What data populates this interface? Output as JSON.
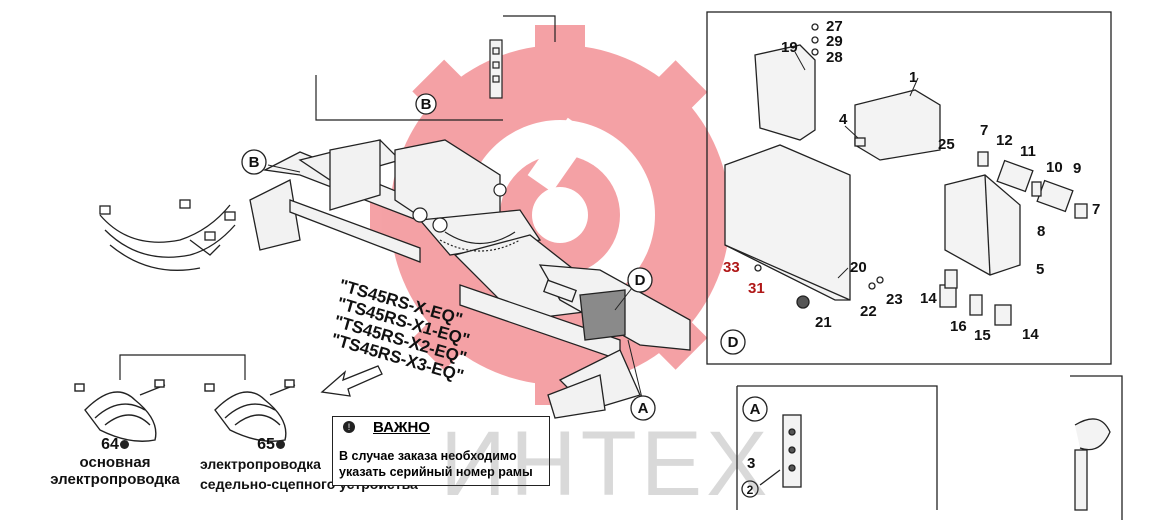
{
  "colors": {
    "logo_red": "#e8313a",
    "line": "#222222",
    "callout_red": "#b01818"
  },
  "icons": [
    "gear-wrench-watermark-icon",
    "warning-circle-icon",
    "arrow-icon"
  ],
  "sections": {
    "b": "B",
    "d": "D",
    "a": "A"
  },
  "part_numbers": {
    "p27": "27",
    "p29": "29",
    "p28": "28",
    "p19": "19",
    "p1": "1",
    "p4": "4",
    "p25": "25",
    "p7a": "7",
    "p12": "12",
    "p11": "11",
    "p10": "10",
    "p9": "9",
    "p7b": "7",
    "p8": "8",
    "p5": "5",
    "p20": "20",
    "p33": "33",
    "p31": "31",
    "p21": "21",
    "p22": "22",
    "p23": "23",
    "p14a": "14",
    "p16": "16",
    "p15": "15",
    "p14b": "14",
    "p3": "3",
    "p2": "2",
    "p64": "64",
    "p65": "65"
  },
  "models": {
    "m1": "\"TS45RS-X-EQ\"",
    "m2": "\"TS45RS-X1-EQ\"",
    "m3": "\"TS45RS-X2-EQ\"",
    "m4": "\"TS45RS-X3-EQ\""
  },
  "captions": {
    "main_harness": "основная электропроводка",
    "coupling_harness_line1": "электропроводка",
    "coupling_harness_line2": "седельно-сцепного устройства"
  },
  "notice": {
    "title": "ВАЖНО",
    "text_line1": "В случае заказа необходимо",
    "text_line2": "указать серийный номер рамы"
  },
  "watermark_text": "ИНТЕХ"
}
